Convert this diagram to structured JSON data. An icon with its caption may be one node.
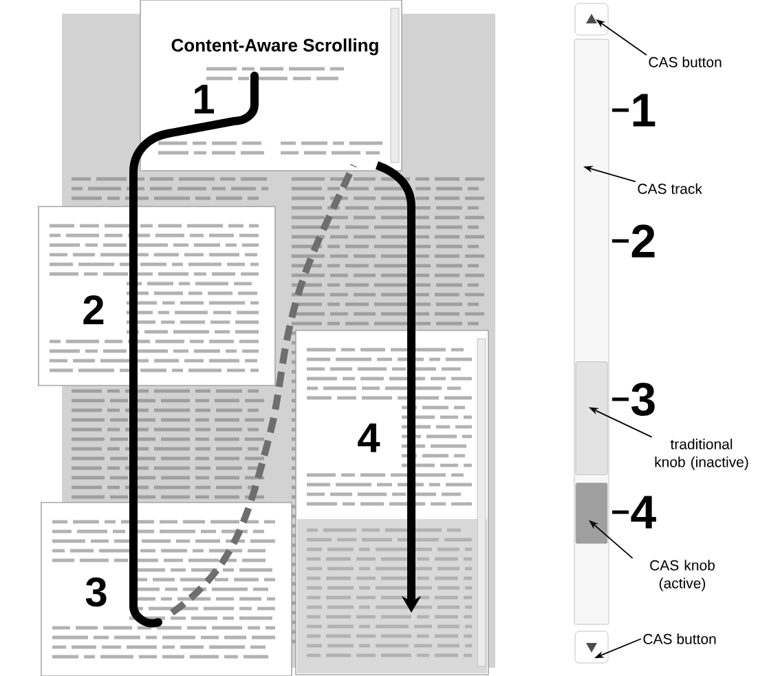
{
  "diagram": {
    "nodes": [
      {
        "text": [
          "Content-Aware Scrolling",
          "1"
        ]
      },
      {
        "text": [
          "2"
        ]
      },
      {
        "text": [
          "3"
        ]
      },
      {
        "text": [
          "4"
        ]
      },
      {
        "text": [],
        "shape": "box"
      },
      {
        "text": [
          "CAS button"
        ]
      },
      {
        "text": [],
        "shape": "bar"
      },
      {
        "text": [
          "CAS track"
        ]
      },
      {
        "text": [],
        "shape": "bar",
        "in": 6
      },
      {
        "text": [
          "traditional knob (inactive)"
        ]
      },
      {
        "text": [],
        "shape": "bar",
        "in": 6
      },
      {
        "text": [
          "CAS knob (active)"
        ]
      },
      {
        "text": [],
        "shape": "box"
      },
      {
        "text": [
          "CAS button"
        ]
      }
    ],
    "edges": [
      {
        "from": 0,
        "to": 1,
        "arrow": "none",
        "style": "thick"
      },
      {
        "from": 1,
        "to": 2,
        "arrow": "none",
        "style": "thick"
      },
      {
        "from": 2,
        "to": 0,
        "arrow": "none",
        "style": "dashed",
        "color": "#6e6e6e"
      },
      {
        "from": 0,
        "to": 3,
        "arrow": "to",
        "style": "thick"
      },
      {
        "from": 5,
        "to": 4,
        "arrow": "to"
      },
      {
        "from": 7,
        "to": 6,
        "arrow": "to"
      },
      {
        "from": 9,
        "to": 8,
        "arrow": "to"
      },
      {
        "from": 11,
        "to": 10,
        "arrow": "to"
      },
      {
        "from": 13,
        "to": 12,
        "arrow": "to"
      }
    ],
    "labels": [
      "1",
      "2",
      "3",
      "4"
    ]
  }
}
